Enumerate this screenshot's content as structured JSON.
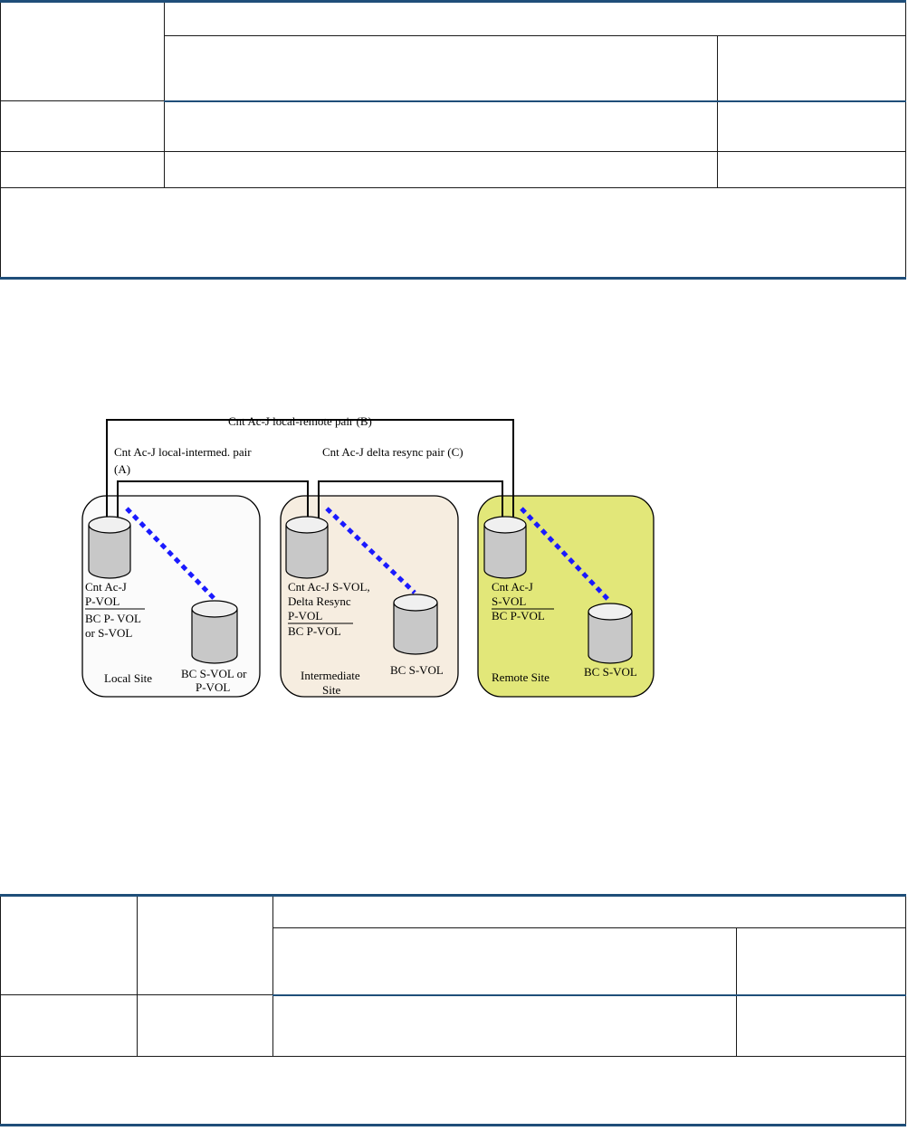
{
  "diagram": {
    "pair_b_label": "Cnt Ac-J local-remote pair (B)",
    "pair_a_label_line1": "Cnt Ac-J  local-intermed. pair",
    "pair_a_label_line2": "(A)",
    "pair_c_label": "Cnt Ac-J  delta resync pair (C)",
    "local": {
      "site_label": "Local Site",
      "vol_line1": "Cnt Ac-J",
      "vol_line2": "P-VOL",
      "vol_line3": "BC P- VOL",
      "vol_line4": "or S-VOL",
      "bc_line1": "BC S-VOL or",
      "bc_line2": "P-VOL"
    },
    "intermediate": {
      "site_label_line1": "Intermediate",
      "site_label_line2": "Site",
      "vol_line1": "Cnt Ac-J S-VOL,",
      "vol_line2": "Delta Resync",
      "vol_line3": "P-VOL",
      "vol_line4": "BC P-VOL",
      "bc_label": "BC S-VOL"
    },
    "remote": {
      "site_label": "Remote Site",
      "vol_line1": "Cnt Ac-J",
      "vol_line2": "S-VOL",
      "vol_line3": "BC P-VOL",
      "bc_label": "BC S-VOL"
    },
    "colors": {
      "local_fill": "#fbfbfb",
      "intermediate_fill": "#f6ede0",
      "remote_fill": "#e2e779",
      "link_dotted": "#1a1aff",
      "table_rule": "#1f4e79"
    }
  }
}
